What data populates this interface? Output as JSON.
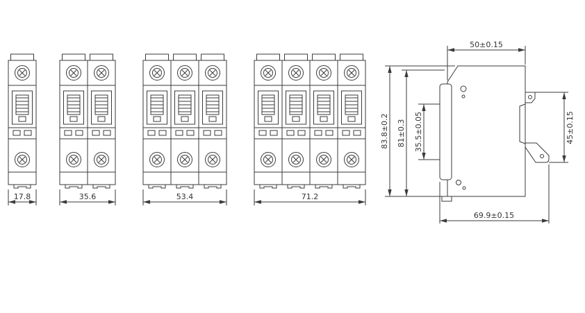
{
  "drawing": {
    "type": "engineering-dimension-drawing",
    "subject": "miniature-circuit-breaker-outline-views"
  },
  "colors": {
    "line": "#3a3a3a",
    "text": "#333333",
    "background": "#ffffff"
  },
  "dims": {
    "front_1pole_width": "17.8",
    "front_2pole_width": "35.6",
    "front_3pole_width": "53.4",
    "front_4pole_width": "71.2",
    "side_top_width": "50±0.15",
    "side_overall_height": "83.8±0.2",
    "side_inner_height": "81±0.3",
    "side_rail_offset": "35.5±0.05",
    "side_clip_height": "45±0.15",
    "side_total_depth": "69.9±0.15"
  }
}
